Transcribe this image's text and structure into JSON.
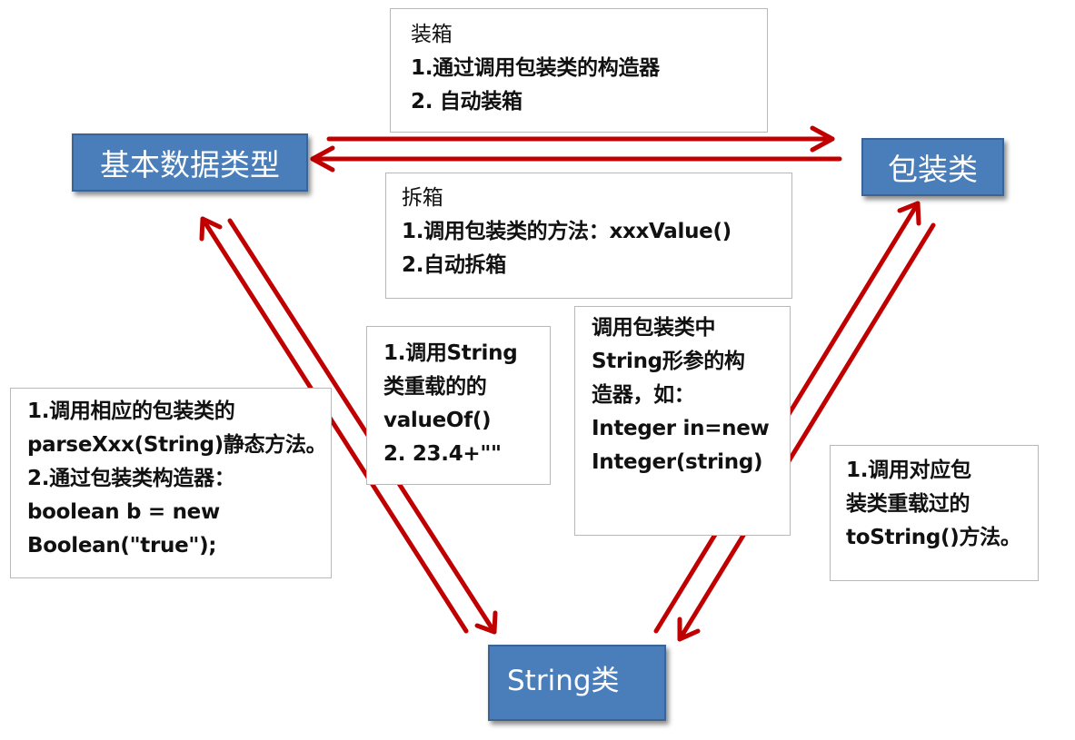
{
  "nodes": {
    "basic": "基本数据类型",
    "wrapper": "包装类",
    "string": "String类"
  },
  "notes": {
    "boxing": {
      "title": "装箱",
      "lines": [
        "1.通过调用包装类的构造器",
        "2. 自动装箱"
      ]
    },
    "unboxing": {
      "title": "拆箱",
      "lines": [
        "1.调用包装类的方法：xxxValue()",
        "2.自动拆箱"
      ]
    },
    "primitive_to_string": {
      "lines": [
        "1.调用String",
        "类重载的的",
        "valueOf()",
        "2. 23.4+\"\""
      ]
    },
    "string_to_wrapper": {
      "lines": [
        "调用包装类中",
        "String形参的构",
        "造器，如：",
        "Integer in=new",
        "Integer(string)"
      ]
    },
    "string_to_primitive": {
      "lines": [
        "1.调用相应的包装类的",
        "parseXxx(String)静态方法。",
        "2.通过包装类构造器：",
        "boolean b = new",
        "Boolean(\"true\");"
      ]
    },
    "wrapper_to_string": {
      "lines": [
        "1.调用对应包",
        "装类重载过的",
        "toString()方法。"
      ]
    }
  },
  "colors": {
    "node_fill": "#4a7ebb",
    "node_border": "#3a6496",
    "arrow": "#c00000",
    "note_border": "#b8b8b8"
  }
}
